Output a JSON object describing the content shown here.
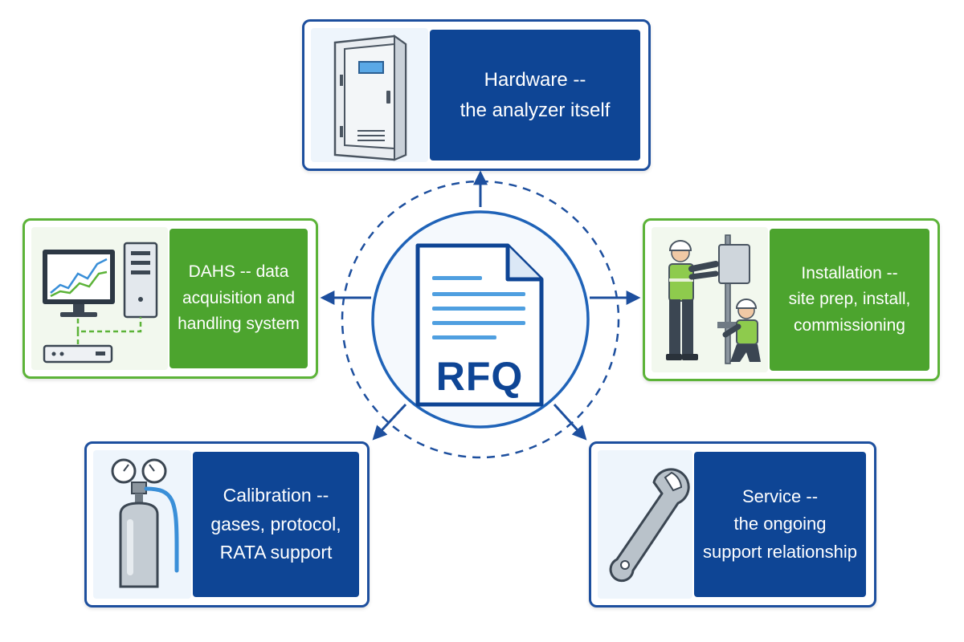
{
  "center": {
    "title": "RFQ"
  },
  "cards": {
    "hardware": {
      "lines": [
        "Hardware --",
        "the analyzer itself"
      ]
    },
    "dahs": {
      "lines": [
        "DAHS -- data",
        "acquisition and",
        "handling system"
      ]
    },
    "installation": {
      "lines": [
        "Installation --",
        "site prep, install,",
        "commissioning"
      ]
    },
    "calibration": {
      "lines": [
        "Calibration --",
        "gases, protocol,",
        "RATA support"
      ]
    },
    "service": {
      "lines": [
        "Service --",
        "the ongoing",
        "support relationship"
      ]
    }
  },
  "colors": {
    "blue": "#0e4595",
    "green": "#4ca42e",
    "light_blue": "#3a8fd8"
  },
  "icons": {
    "hardware": "analyzer-cabinet-icon",
    "dahs": "computer-workstation-icon",
    "installation": "technician-workers-icon",
    "calibration": "gas-cylinder-icon",
    "service": "wrench-icon",
    "center": "document-icon"
  }
}
